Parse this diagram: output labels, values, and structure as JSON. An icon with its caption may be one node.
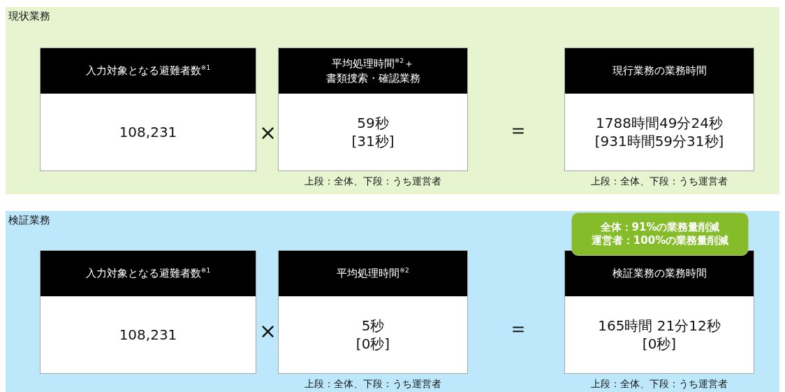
{
  "diagram": {
    "nodes": [
      {
        "text": [
          "現状業務"
        ]
      },
      {
        "text": [
          "入力対象となる避難者数$^{※1}$",
          "108,231"
        ],
        "in": 0
      },
      {
        "text": [
          "平均処理時間$^{※2}$＋",
          "書類捜索・確認業務",
          "59秒",
          "[31秒]"
        ],
        "in": 0,
        "beside": [
          "上段：全体、下段：うち運営者"
        ]
      },
      {
        "text": [
          "現行業務の業務時間",
          "1788時間49分24秒",
          "[931時間59分31秒]"
        ],
        "in": 0,
        "beside": [
          "上段：全体、下段：うち運営者"
        ]
      },
      {
        "text": [
          "検証業務"
        ]
      },
      {
        "text": [
          "入力対象となる避難者数$^{※1}$",
          "108,231"
        ],
        "in": 4
      },
      {
        "text": [
          "平均処理時間$^{※2}$",
          "5秒",
          "[0秒]"
        ],
        "in": 4,
        "beside": [
          "上段：全体、下段：うち運営者"
        ]
      },
      {
        "text": [
          "全体：91%の業務量削減",
          "運営者：100%の業務量削減"
        ],
        "in": 4
      },
      {
        "text": [
          "検証業務の業務時間",
          "165時間 21分12秒",
          "[0秒]"
        ],
        "in": 4,
        "beside": [
          "上段：全体、下段：うち運営者"
        ]
      }
    ],
    "edges": [],
    "labels": [
      "×",
      "＝",
      "×",
      "＝"
    ]
  }
}
